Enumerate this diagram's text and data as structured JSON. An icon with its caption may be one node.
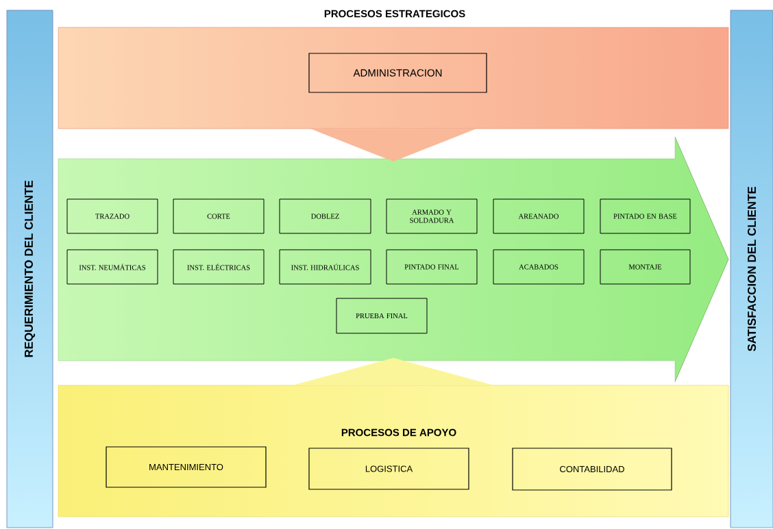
{
  "diagram": {
    "nodes": [
      {
        "text": [
          "REQUERIMIENTO DEL CLIENTE"
        ]
      },
      {
        "text": [
          "PROCESOS ESTRATEGICOS"
        ]
      },
      {
        "text": [
          "ADMINISTRACION"
        ],
        "in": 1
      },
      {
        "text": [],
        "shape": "arrow"
      },
      {
        "text": [
          "TRAZADO"
        ],
        "in": 3
      },
      {
        "text": [
          "CORTE"
        ],
        "in": 3
      },
      {
        "text": [
          "DOBLEZ"
        ],
        "in": 3
      },
      {
        "text": [
          "ARMADO Y SOLDADURA"
        ],
        "in": 3
      },
      {
        "text": [
          "AREANADO"
        ],
        "in": 3
      },
      {
        "text": [
          "PINTADO EN BASE"
        ],
        "in": 3
      },
      {
        "text": [
          "INST. NEUMÁTICAS"
        ],
        "in": 3
      },
      {
        "text": [
          "INST. ELÉCTRICAS"
        ],
        "in": 3
      },
      {
        "text": [
          "INST. HIDRAÚLICAS"
        ],
        "in": 3
      },
      {
        "text": [
          "PINTADO FINAL"
        ],
        "in": 3
      },
      {
        "text": [
          "ACABADOS"
        ],
        "in": 3
      },
      {
        "text": [
          "MONTAJE"
        ],
        "in": 3
      },
      {
        "text": [
          "PRUEBA FINAL"
        ],
        "in": 3
      },
      {
        "text": [
          "PROCESOS DE APOYO"
        ]
      },
      {
        "text": [
          "MANTENIMIENTO"
        ],
        "in": 17
      },
      {
        "text": [
          "LOGISTICA"
        ],
        "in": 17
      },
      {
        "text": [
          "CONTABILIDAD"
        ],
        "in": 17
      },
      {
        "text": [
          "SATISFACCION DEL CLIENTE"
        ]
      }
    ],
    "edges": [
      {
        "from": 1,
        "to": 3,
        "arrow": "to"
      },
      {
        "from": 17,
        "to": 3,
        "arrow": "to"
      }
    ]
  }
}
